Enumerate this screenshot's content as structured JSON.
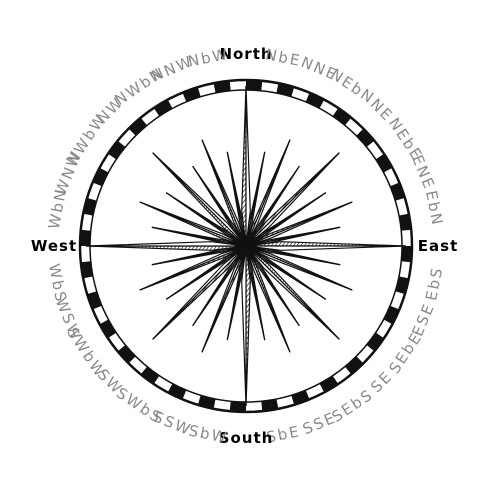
{
  "compass": {
    "title": "",
    "colors": {
      "ink": "#111111",
      "label_minor": "#8a8a8a",
      "label_cardinal": "#000000",
      "paper": "#ffffff"
    },
    "points": [
      {
        "label": "North",
        "cardinal": true
      },
      {
        "label": "NbE",
        "cardinal": false
      },
      {
        "label": "NNE",
        "cardinal": false
      },
      {
        "label": "NEbN",
        "cardinal": false
      },
      {
        "label": "NE",
        "cardinal": false
      },
      {
        "label": "NEbE",
        "cardinal": false
      },
      {
        "label": "ENE",
        "cardinal": false
      },
      {
        "label": "EbN",
        "cardinal": false
      },
      {
        "label": "East",
        "cardinal": true
      },
      {
        "label": "EbS",
        "cardinal": false
      },
      {
        "label": "ESE",
        "cardinal": false
      },
      {
        "label": "SEbE",
        "cardinal": false
      },
      {
        "label": "SE",
        "cardinal": false
      },
      {
        "label": "SEbS",
        "cardinal": false
      },
      {
        "label": "SSE",
        "cardinal": false
      },
      {
        "label": "SbE",
        "cardinal": false
      },
      {
        "label": "South",
        "cardinal": true
      },
      {
        "label": "SbW",
        "cardinal": false
      },
      {
        "label": "SSW",
        "cardinal": false
      },
      {
        "label": "SWbS",
        "cardinal": false
      },
      {
        "label": "SW",
        "cardinal": false
      },
      {
        "label": "SWbW",
        "cardinal": false
      },
      {
        "label": "WSW",
        "cardinal": false
      },
      {
        "label": "WbS",
        "cardinal": false
      },
      {
        "label": "West",
        "cardinal": true
      },
      {
        "label": "WbN",
        "cardinal": false
      },
      {
        "label": "WNW",
        "cardinal": false
      },
      {
        "label": "NWbW",
        "cardinal": false
      },
      {
        "label": "NW",
        "cardinal": false
      },
      {
        "label": "NWbN",
        "cardinal": false
      },
      {
        "label": "NNW",
        "cardinal": false
      },
      {
        "label": "NbW",
        "cardinal": false
      }
    ]
  }
}
